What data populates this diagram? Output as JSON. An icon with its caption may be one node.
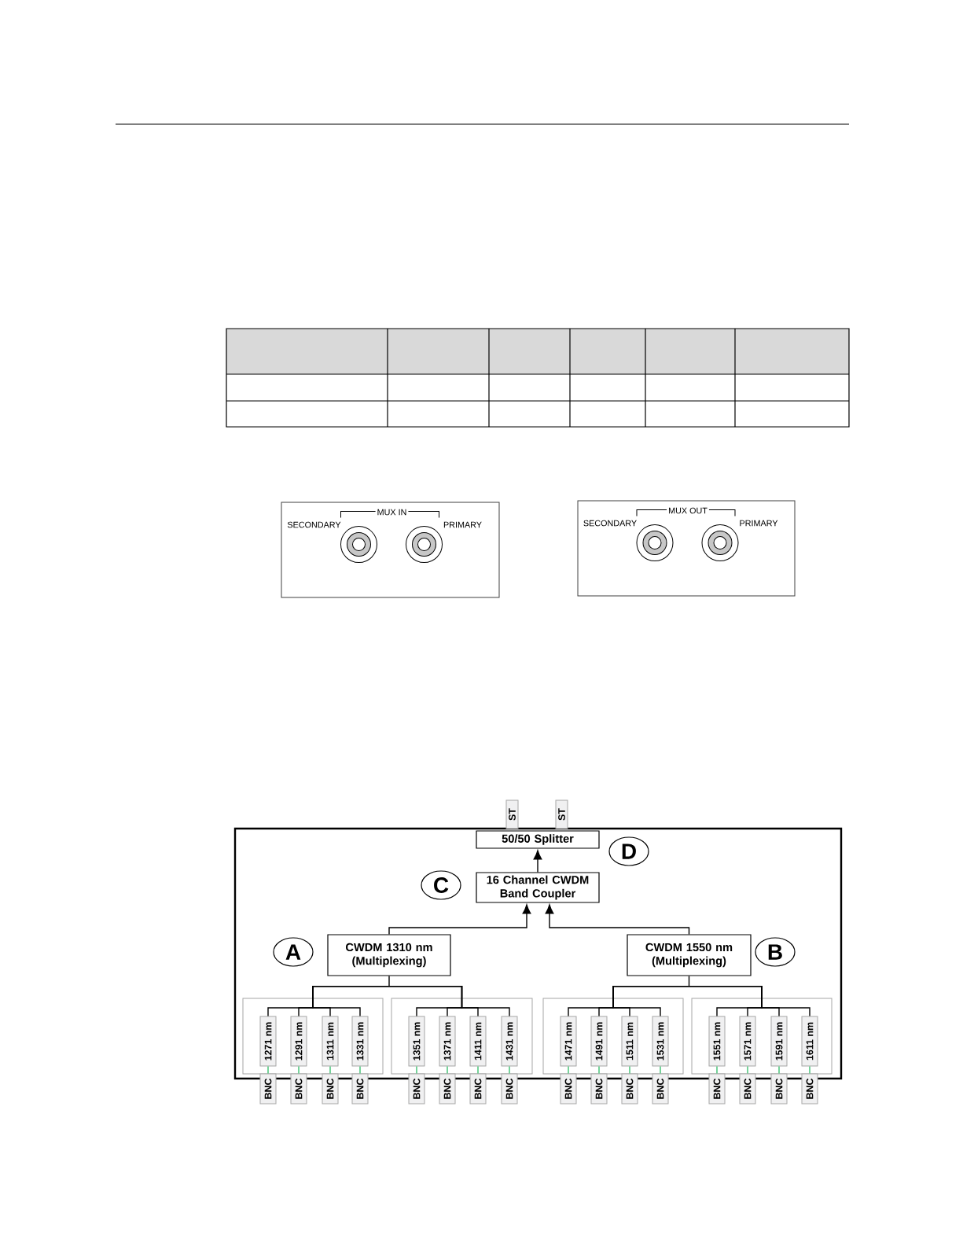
{
  "diagram": {
    "nodes": [
      {
        "text": [
          "MUX IN",
          "SECONDARY",
          "PRIMARY"
        ]
      },
      {
        "text": [
          "MUX OUT",
          "SECONDARY",
          "PRIMARY"
        ]
      },
      {
        "text": [],
        "shape": "box"
      },
      {
        "text": [
          "ST"
        ]
      },
      {
        "text": [
          "ST"
        ]
      },
      {
        "text": [
          "50/50 Splitter"
        ],
        "in": 2
      },
      {
        "text": [
          "D"
        ],
        "in": 2
      },
      {
        "text": [
          "C"
        ],
        "in": 2
      },
      {
        "text": [
          "16 Channel CWDM Band Coupler"
        ],
        "in": 2
      },
      {
        "text": [
          "A"
        ],
        "in": 2
      },
      {
        "text": [
          "CWDM 1310 nm (Multiplexing)"
        ],
        "in": 2
      },
      {
        "text": [
          "CWDM 1550 nm (Multiplexing)"
        ],
        "in": 2
      },
      {
        "text": [
          "B"
        ],
        "in": 2
      },
      {
        "text": [],
        "shape": "box",
        "in": 2
      },
      {
        "text": [],
        "shape": "box",
        "in": 2
      },
      {
        "text": [],
        "shape": "box",
        "in": 2
      },
      {
        "text": [],
        "shape": "box",
        "in": 2
      },
      {
        "text": [
          "1271 nm"
        ],
        "in": 13
      },
      {
        "text": [
          "1291 nm"
        ],
        "in": 13
      },
      {
        "text": [
          "1311 nm"
        ],
        "in": 13
      },
      {
        "text": [
          "1331 nm"
        ],
        "in": 13
      },
      {
        "text": [
          "1351 nm"
        ],
        "in": 14
      },
      {
        "text": [
          "1371 nm"
        ],
        "in": 14
      },
      {
        "text": [
          "1411 nm"
        ],
        "in": 14
      },
      {
        "text": [
          "1431 nm"
        ],
        "in": 14
      },
      {
        "text": [
          "1471 nm"
        ],
        "in": 15
      },
      {
        "text": [
          "1491 nm"
        ],
        "in": 15
      },
      {
        "text": [
          "1511 nm"
        ],
        "in": 15
      },
      {
        "text": [
          "1531 nm"
        ],
        "in": 15
      },
      {
        "text": [
          "1551 nm"
        ],
        "in": 16
      },
      {
        "text": [
          "1571 nm"
        ],
        "in": 16
      },
      {
        "text": [
          "1591 nm"
        ],
        "in": 16
      },
      {
        "text": [
          "1611 nm"
        ],
        "in": 16
      },
      {
        "text": [
          "BNC"
        ]
      },
      {
        "text": [
          "BNC"
        ]
      },
      {
        "text": [
          "BNC"
        ]
      },
      {
        "text": [
          "BNC"
        ]
      },
      {
        "text": [
          "BNC"
        ]
      },
      {
        "text": [
          "BNC"
        ]
      },
      {
        "text": [
          "BNC"
        ]
      },
      {
        "text": [
          "BNC"
        ]
      },
      {
        "text": [
          "BNC"
        ]
      },
      {
        "text": [
          "BNC"
        ]
      },
      {
        "text": [
          "BNC"
        ]
      },
      {
        "text": [
          "BNC"
        ]
      },
      {
        "text": [
          "BNC"
        ]
      },
      {
        "text": [
          "BNC"
        ]
      },
      {
        "text": [
          "BNC"
        ]
      },
      {
        "text": [
          "BNC"
        ]
      }
    ],
    "edges": [
      {
        "from": 8,
        "to": 5,
        "arrow": "to",
        "color": "#000000"
      },
      {
        "from": 10,
        "to": 8,
        "arrow": "to",
        "color": "#000000"
      },
      {
        "from": 11,
        "to": 8,
        "arrow": "to",
        "color": "#000000"
      },
      {
        "from": 10,
        "to": 17,
        "arrow": "none"
      },
      {
        "from": 10,
        "to": 18,
        "arrow": "none"
      },
      {
        "from": 10,
        "to": 19,
        "arrow": "none"
      },
      {
        "from": 10,
        "to": 20,
        "arrow": "none"
      },
      {
        "from": 10,
        "to": 21,
        "arrow": "none"
      },
      {
        "from": 10,
        "to": 22,
        "arrow": "none"
      },
      {
        "from": 10,
        "to": 23,
        "arrow": "none"
      },
      {
        "from": 10,
        "to": 24,
        "arrow": "none"
      },
      {
        "from": 11,
        "to": 25,
        "arrow": "none"
      },
      {
        "from": 11,
        "to": 26,
        "arrow": "none"
      },
      {
        "from": 11,
        "to": 27,
        "arrow": "none"
      },
      {
        "from": 11,
        "to": 28,
        "arrow": "none"
      },
      {
        "from": 11,
        "to": 29,
        "arrow": "none"
      },
      {
        "from": 11,
        "to": 30,
        "arrow": "none"
      },
      {
        "from": 11,
        "to": 31,
        "arrow": "none"
      },
      {
        "from": 11,
        "to": 32,
        "arrow": "none"
      },
      {
        "from": 17,
        "to": 33,
        "arrow": "none",
        "color": "#3cc070"
      },
      {
        "from": 18,
        "to": 34,
        "arrow": "none",
        "color": "#3cc070"
      },
      {
        "from": 19,
        "to": 35,
        "arrow": "none",
        "color": "#3cc070"
      },
      {
        "from": 20,
        "to": 36,
        "arrow": "none",
        "color": "#3cc070"
      },
      {
        "from": 21,
        "to": 37,
        "arrow": "none",
        "color": "#3cc070"
      },
      {
        "from": 22,
        "to": 38,
        "arrow": "none",
        "color": "#3cc070"
      },
      {
        "from": 23,
        "to": 39,
        "arrow": "none",
        "color": "#3cc070"
      },
      {
        "from": 24,
        "to": 40,
        "arrow": "none",
        "color": "#3cc070"
      },
      {
        "from": 25,
        "to": 41,
        "arrow": "none",
        "color": "#3cc070"
      },
      {
        "from": 26,
        "to": 42,
        "arrow": "none",
        "color": "#3cc070"
      },
      {
        "from": 27,
        "to": 43,
        "arrow": "none",
        "color": "#3cc070"
      },
      {
        "from": 28,
        "to": 44,
        "arrow": "none",
        "color": "#3cc070"
      },
      {
        "from": 29,
        "to": 45,
        "arrow": "none",
        "color": "#3cc070"
      },
      {
        "from": 30,
        "to": 46,
        "arrow": "none",
        "color": "#3cc070"
      },
      {
        "from": 31,
        "to": 47,
        "arrow": "none",
        "color": "#3cc070"
      },
      {
        "from": 32,
        "to": 48,
        "arrow": "none",
        "color": "#3cc070"
      }
    ]
  }
}
